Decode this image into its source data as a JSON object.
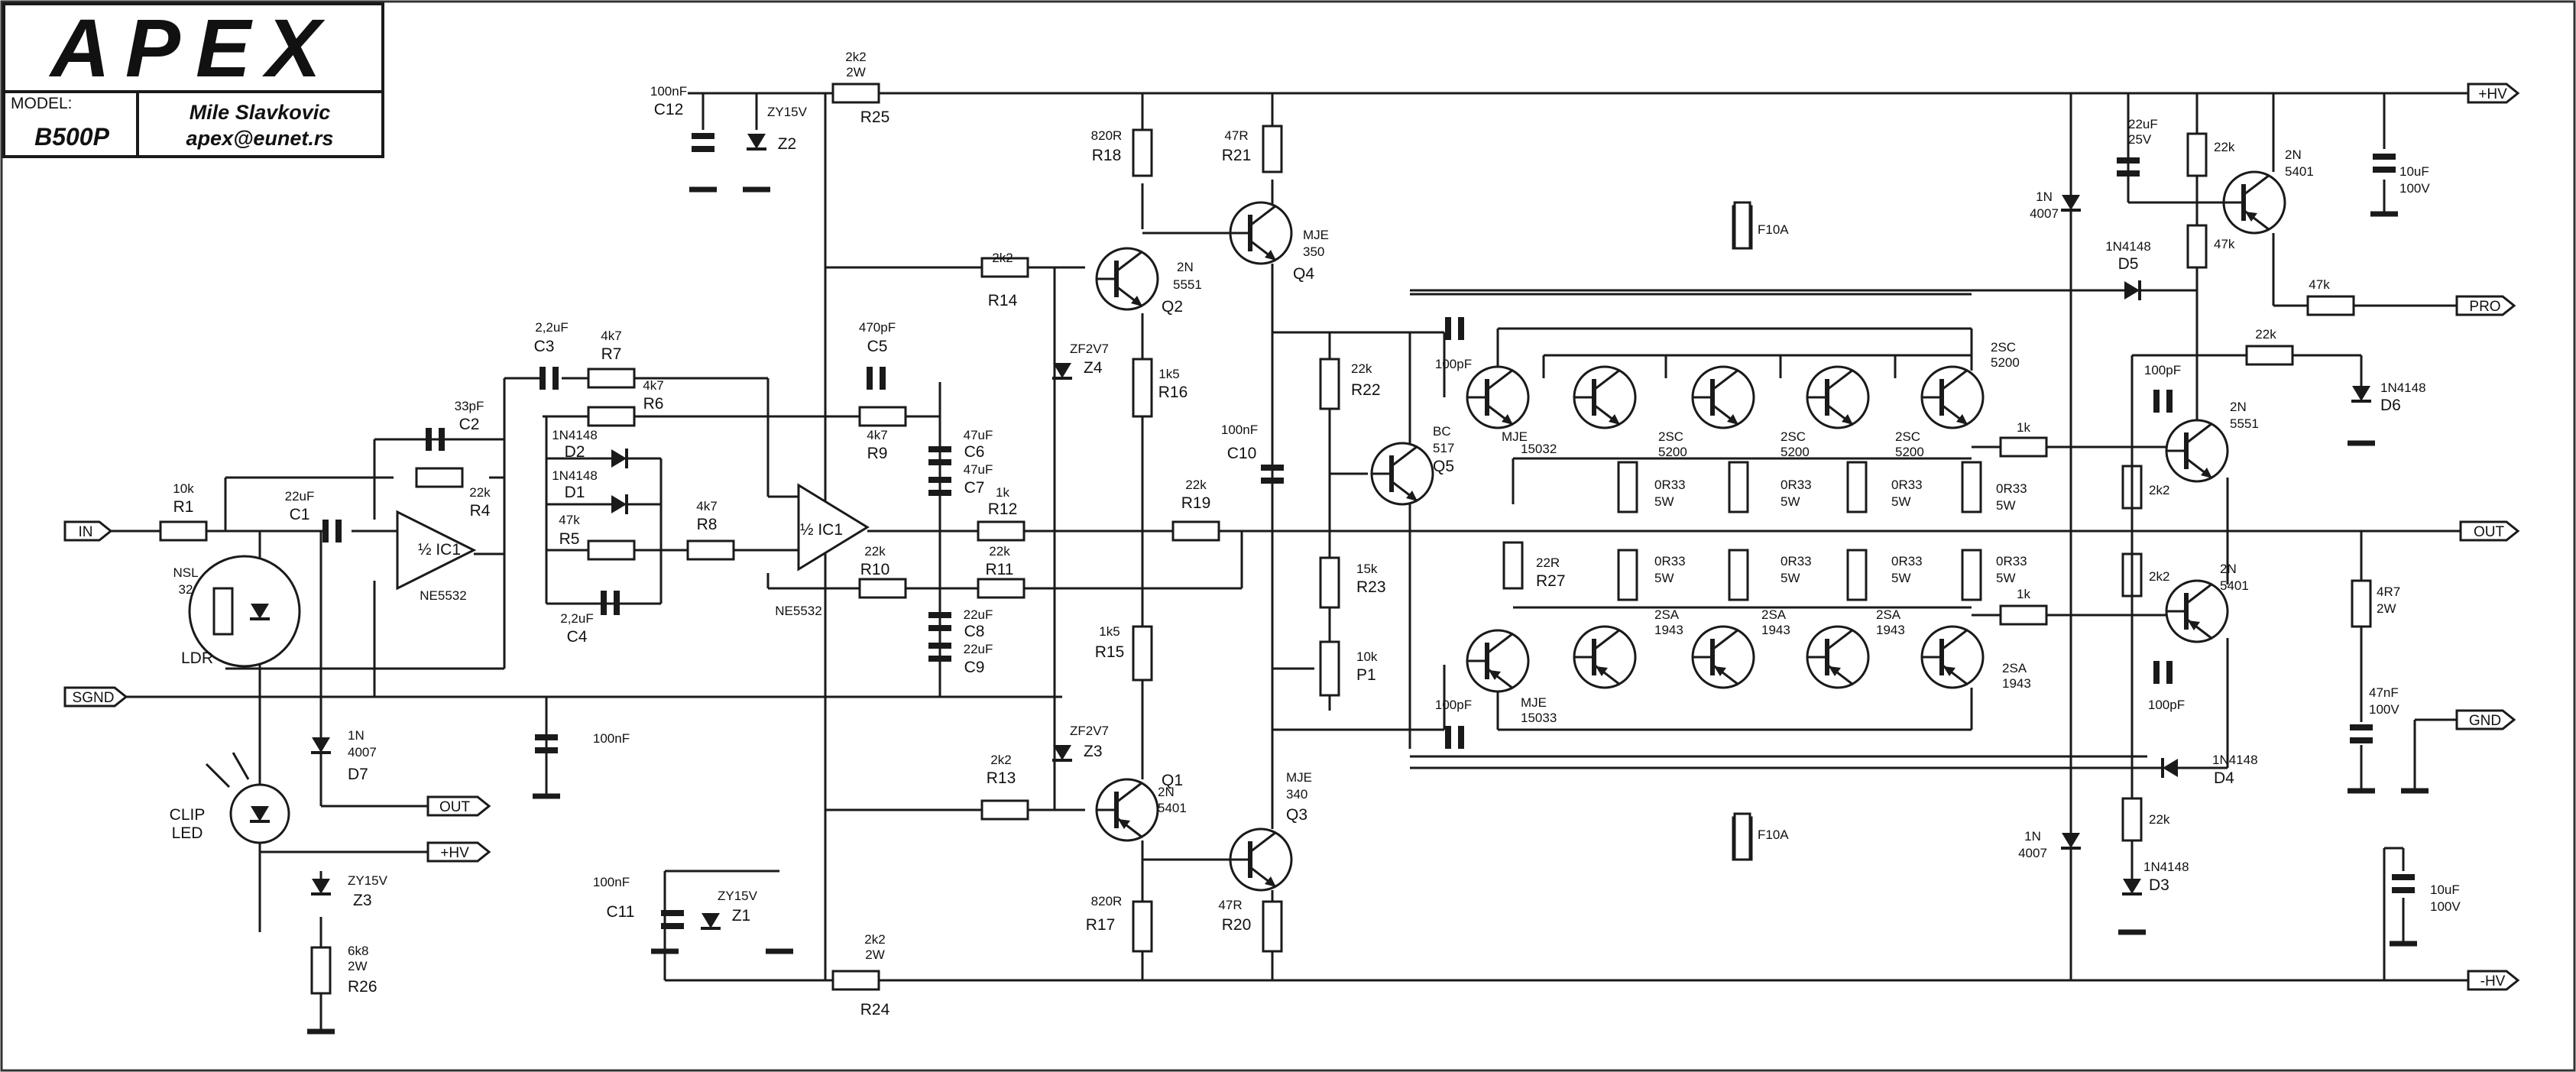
{
  "title_block": {
    "logo": "APEX",
    "model_label": "MODEL:",
    "model_value": "B500P",
    "author": "Mile Slavkovic",
    "email": "apex@eunet.rs"
  },
  "nets": {
    "in": "IN",
    "sgnd": "SGND",
    "out": "OUT",
    "pro": "PRO",
    "gnd": "GND",
    "plus_hv": "+HV",
    "minus_hv": "-HV",
    "clip_out": "OUT",
    "clip_hv": "+HV"
  },
  "components": {
    "R1": [
      "10k",
      "R1"
    ],
    "C1": [
      "22uF",
      "C1"
    ],
    "C2": [
      "33pF",
      "C2"
    ],
    "R4": [
      "22k",
      "R4"
    ],
    "IC1a": [
      "½ IC1",
      "NE5532"
    ],
    "C3": [
      "2,2uF",
      "C3"
    ],
    "R7": [
      "4k7",
      "R7"
    ],
    "R6": [
      "4k7",
      "R6"
    ],
    "D2": [
      "1N4148",
      "D2"
    ],
    "D1": [
      "1N4148",
      "D1"
    ],
    "R5": [
      "47k",
      "R5"
    ],
    "R8": [
      "4k7",
      "R8"
    ],
    "C4": [
      "2,2uF",
      "C4"
    ],
    "C100a": [
      "100nF"
    ],
    "C5": [
      "470pF",
      "C5"
    ],
    "R9": [
      "4k7",
      "R9"
    ],
    "IC1b": [
      "½ IC1",
      "NE5532"
    ],
    "R10": [
      "22k",
      "R10"
    ],
    "C6": [
      "47uF",
      "C6"
    ],
    "C7": [
      "47uF",
      "C7"
    ],
    "R12": [
      "1k",
      "R12"
    ],
    "R11": [
      "22k",
      "R11"
    ],
    "C8": [
      "22uF",
      "C8"
    ],
    "C9": [
      "22uF",
      "C9"
    ],
    "R19": [
      "22k",
      "R19"
    ],
    "C12": [
      "100nF",
      "C12"
    ],
    "Z2": [
      "ZY15V",
      "Z2"
    ],
    "R25": [
      "2k2",
      "2W",
      "R25"
    ],
    "R14": [
      "2k2",
      "R14"
    ],
    "R18": [
      "820R",
      "R18"
    ],
    "Q2": [
      "2N",
      "5551",
      "Q2"
    ],
    "Z4": [
      "ZF2V7",
      "Z4"
    ],
    "R16": [
      "1k5",
      "R16"
    ],
    "R21": [
      "47R",
      "R21"
    ],
    "Q4": [
      "MJE",
      "350",
      "Q4"
    ],
    "R15": [
      "1k5",
      "R15"
    ],
    "Z3b": [
      "ZF2V7",
      "Z3"
    ],
    "R13": [
      "2k2",
      "R13"
    ],
    "Q1": [
      "2N",
      "5401",
      "Q1"
    ],
    "R17": [
      "820R",
      "R17"
    ],
    "Q3": [
      "MJE",
      "340",
      "Q3"
    ],
    "R20": [
      "47R",
      "R20"
    ],
    "C11": [
      "100nF",
      "C11"
    ],
    "Z1": [
      "ZY15V",
      "Z1"
    ],
    "R24": [
      "2k2",
      "2W",
      "R24"
    ],
    "C10": [
      "100nF",
      "C10"
    ],
    "R22": [
      "22k",
      "R22"
    ],
    "Q5": [
      "BC",
      "517",
      "Q5"
    ],
    "R23": [
      "15k",
      "R23"
    ],
    "P1": [
      "10k",
      "P1"
    ],
    "C100b": [
      "100pF"
    ],
    "C100c": [
      "100pF"
    ],
    "MJE15032": [
      "MJE",
      "15032"
    ],
    "MJE15033": [
      "MJE",
      "15033"
    ],
    "R27": [
      "22R",
      "R27"
    ],
    "F1": [
      "F10A"
    ],
    "F2": [
      "F10A"
    ],
    "SC1": [
      "2SC",
      "5200"
    ],
    "SC2": [
      "2SC",
      "5200"
    ],
    "SC3": [
      "2SC",
      "5200"
    ],
    "SC4": [
      "2SC",
      "5200"
    ],
    "SA1": [
      "2SA",
      "1943"
    ],
    "SA2": [
      "2SA",
      "1943"
    ],
    "SA3": [
      "2SA",
      "1943"
    ],
    "SA4": [
      "2SA",
      "1943"
    ],
    "RE": [
      "0R33",
      "5W"
    ],
    "NSL": [
      "NSL",
      "32"
    ],
    "LDR": [
      "LDR"
    ],
    "D7": [
      "1N",
      "4007",
      "D7"
    ],
    "CLIP": [
      "CLIP",
      "LED"
    ],
    "Z3": [
      "ZY15V",
      "Z3"
    ],
    "R26": [
      "6k8",
      "2W",
      "R26"
    ],
    "D4007a": [
      "1N",
      "4007"
    ],
    "D4007b": [
      "1N",
      "4007"
    ],
    "C22u": [
      "22uF",
      "25V"
    ],
    "R22k_a": [
      "22k"
    ],
    "Q5401a": [
      "2N",
      "5401"
    ],
    "C10u_a": [
      "10uF",
      "100V"
    ],
    "R47k_a": [
      "47k"
    ],
    "D5": [
      "1N4148",
      "D5"
    ],
    "R47k_b": [
      "47k"
    ],
    "R22k_b": [
      "22k"
    ],
    "D6": [
      "1N4148",
      "D6"
    ],
    "C100d": [
      "100pF"
    ],
    "Q5551": [
      "2N",
      "5551"
    ],
    "R1k_a": [
      "1k"
    ],
    "R2k2_a": [
      "2k2"
    ],
    "R2k2_b": [
      "2k2"
    ],
    "R1k_b": [
      "1k"
    ],
    "Q5401b": [
      "2N",
      "5401"
    ],
    "C100e": [
      "100pF"
    ],
    "D4": [
      "1N4148",
      "D4"
    ],
    "R22k_c": [
      "22k"
    ],
    "D3": [
      "1N4148",
      "D3"
    ],
    "R4R7": [
      "4R7",
      "2W"
    ],
    "C47n": [
      "47nF",
      "100V"
    ],
    "C10u_b": [
      "10uF",
      "100V"
    ]
  }
}
